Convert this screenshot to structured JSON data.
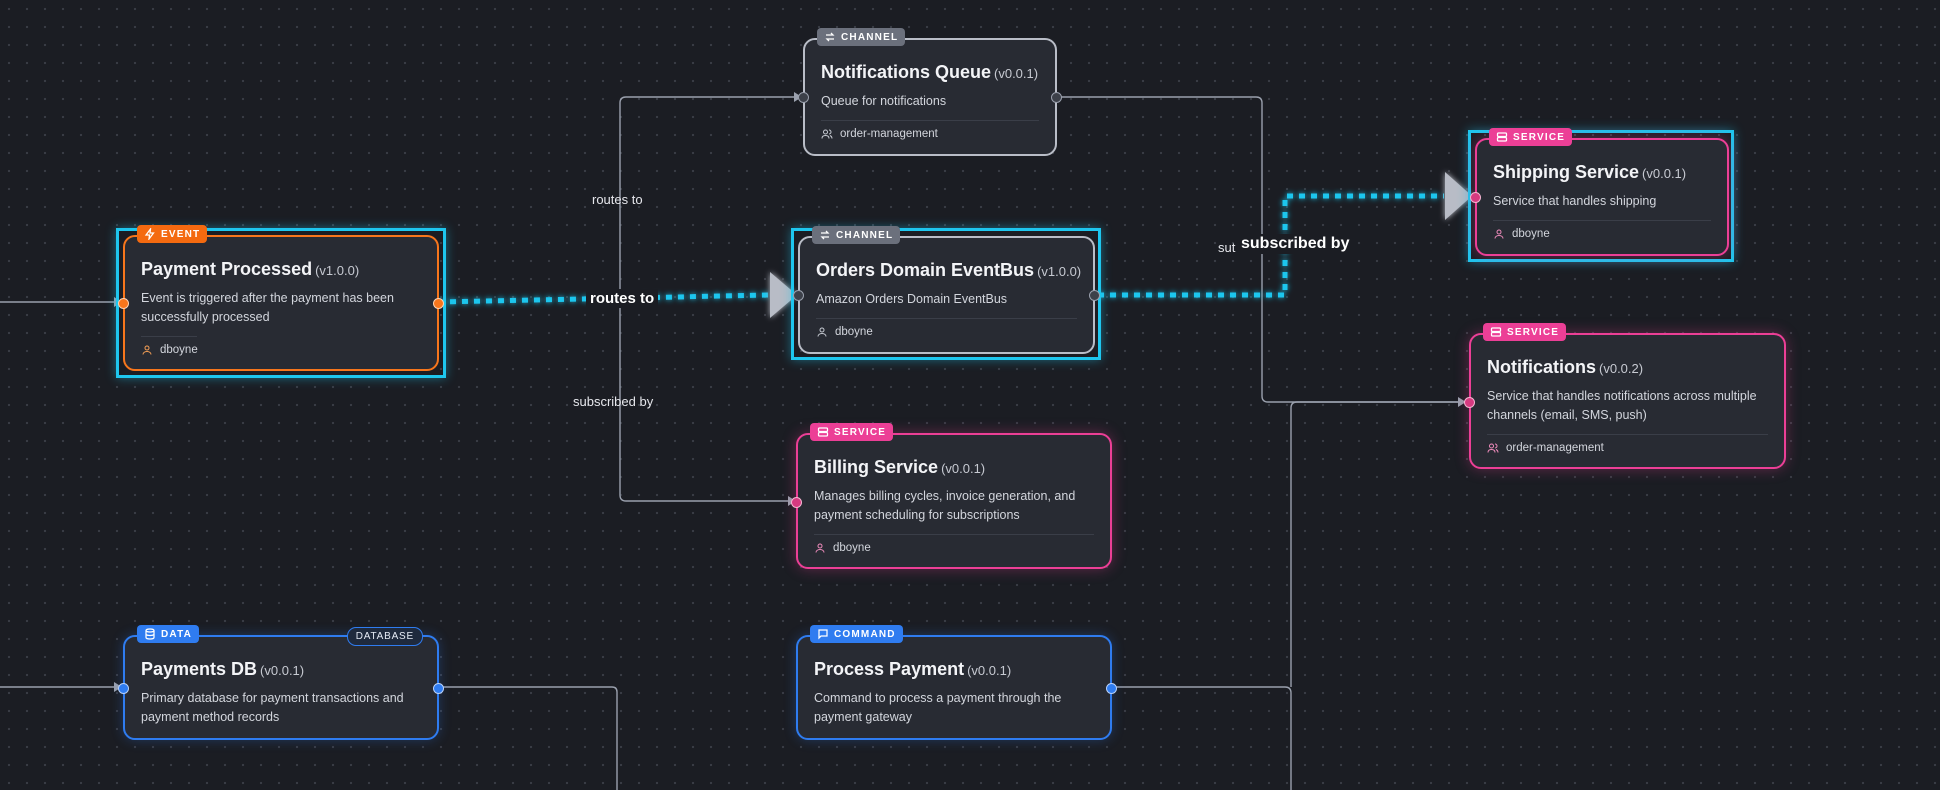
{
  "edge_labels": {
    "routes_to_1": "routes to",
    "routes_to_2": "routes to",
    "subscribed_by_1": "subscribed by",
    "subscribed_by_2": "subscribed by",
    "subscribed_by_partial": "sut"
  },
  "nodes": {
    "notifications_queue": {
      "badge": "CHANNEL",
      "badge_icon": "arrows-exchange-icon",
      "title": "Notifications Queue",
      "version": "(v0.0.1)",
      "description": "Queue for notifications",
      "owner": "order-management",
      "owner_icon": "users-icon",
      "color": "#b9bdc7"
    },
    "orders_eventbus": {
      "badge": "CHANNEL",
      "badge_icon": "arrows-exchange-icon",
      "title": "Orders Domain EventBus",
      "version": "(v1.0.0)",
      "description": "Amazon Orders Domain EventBus",
      "owner": "dboyne",
      "owner_icon": "user-icon",
      "color": "#b9bdc7"
    },
    "payment_processed": {
      "badge": "EVENT",
      "badge_icon": "bolt-icon",
      "title": "Payment Processed",
      "version": "(v1.0.0)",
      "description": "Event is triggered after the payment has been successfully processed",
      "owner": "dboyne",
      "owner_icon": "user-icon",
      "color": "#f7761c"
    },
    "shipping_service": {
      "badge": "SERVICE",
      "badge_icon": "server-icon",
      "title": "Shipping Service",
      "version": "(v0.0.1)",
      "description": "Service that handles shipping",
      "owner": "dboyne",
      "owner_icon": "user-icon",
      "color": "#ec3f96"
    },
    "notifications": {
      "badge": "SERVICE",
      "badge_icon": "server-icon",
      "title": "Notifications",
      "version": "(v0.0.2)",
      "description": "Service that handles notifications across multiple channels (email, SMS, push)",
      "owner": "order-management",
      "owner_icon": "users-icon",
      "color": "#ec3f96"
    },
    "billing_service": {
      "badge": "SERVICE",
      "badge_icon": "server-icon",
      "title": "Billing Service",
      "version": "(v0.0.1)",
      "description": "Manages billing cycles, invoice generation, and payment scheduling for subscriptions",
      "owner": "dboyne",
      "owner_icon": "user-icon",
      "color": "#ec3f96"
    },
    "payments_db": {
      "badge": "DATA",
      "badge_icon": "database-icon",
      "badge_right": "DATABASE",
      "title": "Payments DB",
      "version": "(v0.0.1)",
      "description": "Primary database for payment transactions and payment method records",
      "color": "#2f7cf0"
    },
    "process_payment": {
      "badge": "COMMAND",
      "badge_icon": "message-icon",
      "title": "Process Payment",
      "version": "(v0.0.1)",
      "description": "Command to process a payment through the payment gateway",
      "color": "#2f7cf0"
    }
  },
  "colors": {
    "canvas": "#1b1d23",
    "selection": "#1ec6ee",
    "edge": "#9aa0ad",
    "animated_edge": "#1ec6ee"
  }
}
